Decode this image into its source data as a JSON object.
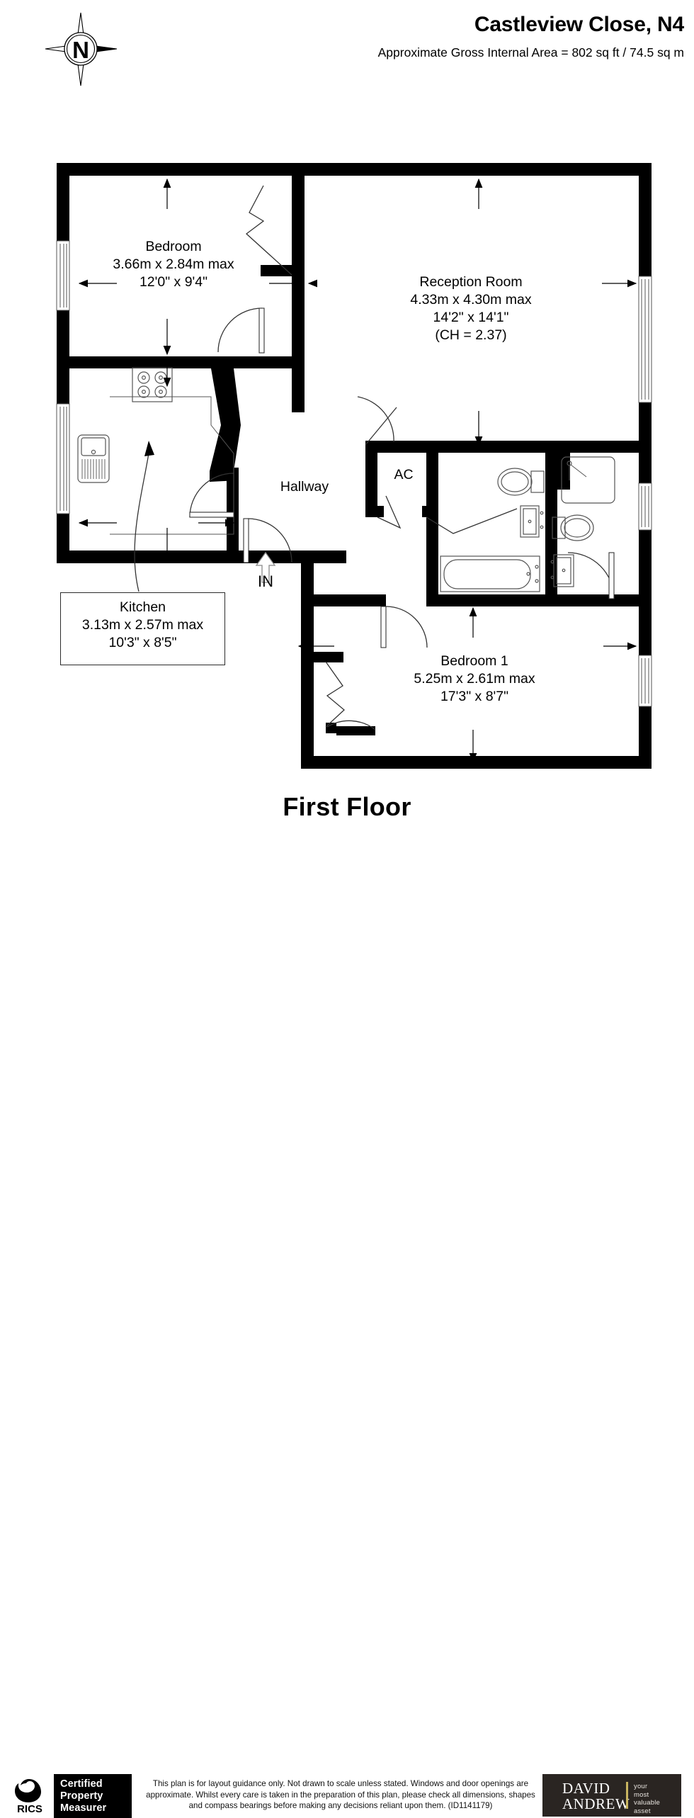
{
  "header": {
    "title": "Castleview Close, N4",
    "area_note": "Approximate Gross Internal Area =  802 sq ft / 74.5 sq m"
  },
  "compass": {
    "north_label": "N",
    "icon": "compass-rose-icon"
  },
  "floor_caption": "First Floor",
  "rooms": [
    {
      "id": "bedroom",
      "name": "Bedroom",
      "metric": "3.66m x 2.84m max",
      "imperial": "12'0\" x 9'4\"",
      "ceiling": ""
    },
    {
      "id": "reception-room",
      "name": "Reception  Room",
      "metric": "4.33m x 4.30m max",
      "imperial": "14'2\" x 14'1\"",
      "ceiling": "(CH = 2.37)"
    },
    {
      "id": "kitchen",
      "name": "Kitchen",
      "metric": "3.13m x 2.57m max",
      "imperial": "10'3\" x 8'5\"",
      "ceiling": ""
    },
    {
      "id": "bedroom-1",
      "name": "Bedroom 1",
      "metric": "5.25m x 2.61m max",
      "imperial": "17'3\" x 8'7\"",
      "ceiling": ""
    }
  ],
  "plain_labels": {
    "hallway": "Hallway",
    "ac_cupboard": "AC",
    "entrance": "IN"
  },
  "fixtures": [
    {
      "name": "hob-icon",
      "room": "kitchen",
      "rings": 4
    },
    {
      "name": "sink-icon",
      "room": "kitchen"
    },
    {
      "name": "wc-icon",
      "room": "bathroom"
    },
    {
      "name": "basin-icon",
      "room": "bathroom"
    },
    {
      "name": "bath-icon",
      "room": "bathroom"
    },
    {
      "name": "shower-icon",
      "room": "ensuite"
    },
    {
      "name": "wc-icon",
      "room": "ensuite"
    },
    {
      "name": "basin-icon",
      "room": "ensuite"
    }
  ],
  "footer": {
    "rics_logo": "rics-logo",
    "certified_badge_lines": [
      "Certified",
      "Property",
      "Measurer"
    ],
    "disclaimer": "This plan is for layout guidance only. Not drawn to scale unless stated. Windows and door openings are approximate. Whilst every care is taken in the preparation of this plan, please check all dimensions, shapes and compass bearings before making any decisions reliant upon them. (ID1141179)",
    "agent_name_line1": "DAVID",
    "agent_name_line2": "ANDREW",
    "agent_tagline_lines": [
      "your",
      "most",
      "valuable",
      "asset"
    ]
  },
  "colors": {
    "wall": "#000000",
    "page": "#ffffff",
    "fixture_stroke": "#4a4a4a",
    "agent_bg": "#2a2522",
    "agent_accent": "#c9b560"
  }
}
